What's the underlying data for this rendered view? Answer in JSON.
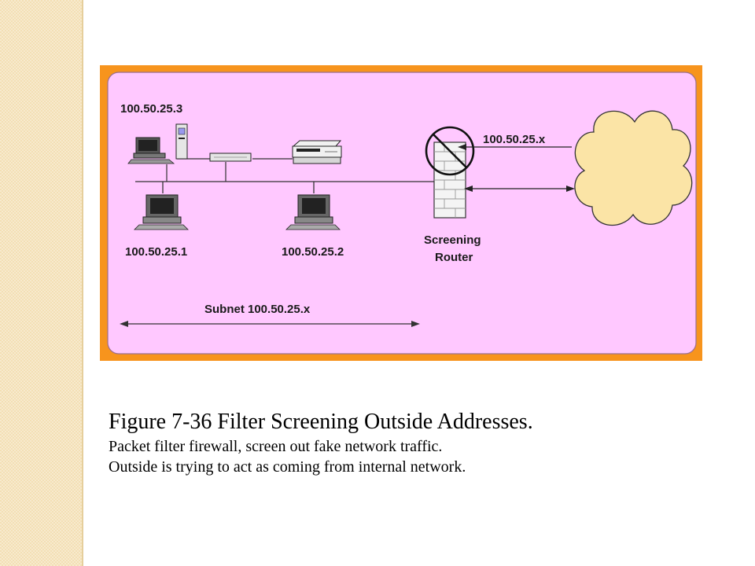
{
  "slide": {
    "caption": {
      "title": "Figure 7-36  Filter Screening Outside Addresses.",
      "lines": [
        "Packet filter firewall, screen out fake network traffic.",
        "Outside is trying to act as coming from internal network."
      ]
    }
  },
  "diagram": {
    "host_labels": [
      "100.50.25.3",
      "100.50.25.1",
      "100.50.25.2"
    ],
    "router_label_line1": "Screening",
    "router_label_line2": "Router",
    "outside_address_label": "100.50.25.x",
    "subnet_label": "Subnet 100.50.25.x",
    "icons": [
      "workstation-icon",
      "hub-icon",
      "printer-icon",
      "computer-icon",
      "firewall-icon",
      "prohibited-icon",
      "cloud-icon"
    ],
    "colors": {
      "frame": "#f7941d",
      "background": "#ffc8ff",
      "cloud": "#fbe4a6"
    }
  }
}
